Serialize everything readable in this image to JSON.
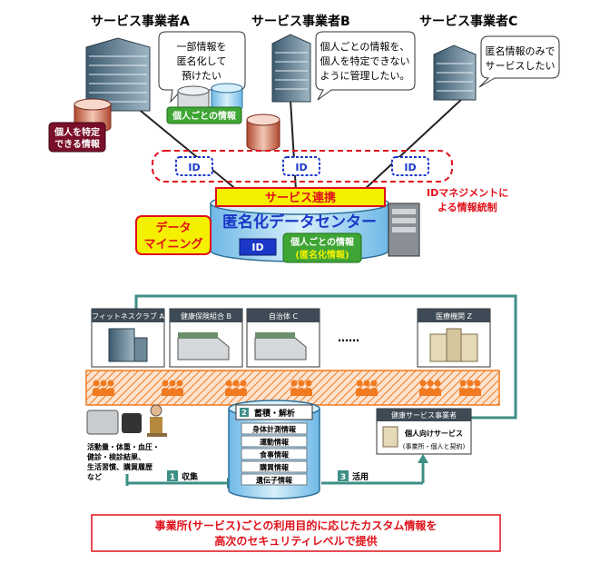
{
  "top": {
    "companies": [
      {
        "name": "サービス事業者A",
        "bubble": [
          "一部情報を",
          "匿名化して",
          "預けたい"
        ]
      },
      {
        "name": "サービス事業者B",
        "bubble": [
          "個人ごとの情報を、",
          "個人を特定できない",
          "ように管理したい。"
        ]
      },
      {
        "name": "サービス事業者C",
        "bubble": [
          "匿名情報のみで",
          "サービスしたい"
        ]
      }
    ],
    "personal_id_info": [
      "個人を特定",
      "できる情報"
    ],
    "per_person_info": "個人ごとの情報",
    "id_label": "ID",
    "service_link": "サービス連携",
    "id_mgmt": [
      "IDマネジメントに",
      "よる情報統制"
    ],
    "center_title": "匿名化データセンター",
    "data_mining": [
      "データ",
      "マイニング"
    ],
    "center_info": [
      "個人ごとの情報",
      "(匿名化情報)"
    ]
  },
  "bottom": {
    "orgs": [
      "フィットネスクラブ A",
      "健康保険組合 B",
      "自治体 C",
      "医療機関 Z"
    ],
    "ellipsis": "……",
    "data_items": [
      "活動量・体重・血圧・",
      "健診・検診結果、",
      "生活習慣、購買履歴",
      "など"
    ],
    "store": {
      "title": "蓄積・解析",
      "num": "2",
      "items": [
        "身体計測情報",
        "運動情報",
        "食事情報",
        "購買情報",
        "遺伝子情報"
      ]
    },
    "collect": {
      "num": "1",
      "label": "収集"
    },
    "use": {
      "num": "3",
      "label": "活用"
    },
    "provider": {
      "title": "健康サービス事業者",
      "service": "個人向けサービス",
      "contract": "(事業所・個人と契約)"
    },
    "caption": [
      "事業所(サービス)ごとの利用目的に応じたカスタム情報を",
      "高次のセキュリティレベルで提供"
    ]
  },
  "colors": {
    "red": "#e0101a",
    "dark_red": "#7a0f2a",
    "green": "#3fa535",
    "blue": "#1a37c8",
    "light_blue": "#bfe4f5",
    "yellow": "#f5f000",
    "teal_line": "#3e8f86",
    "orange": "#f07a20"
  }
}
